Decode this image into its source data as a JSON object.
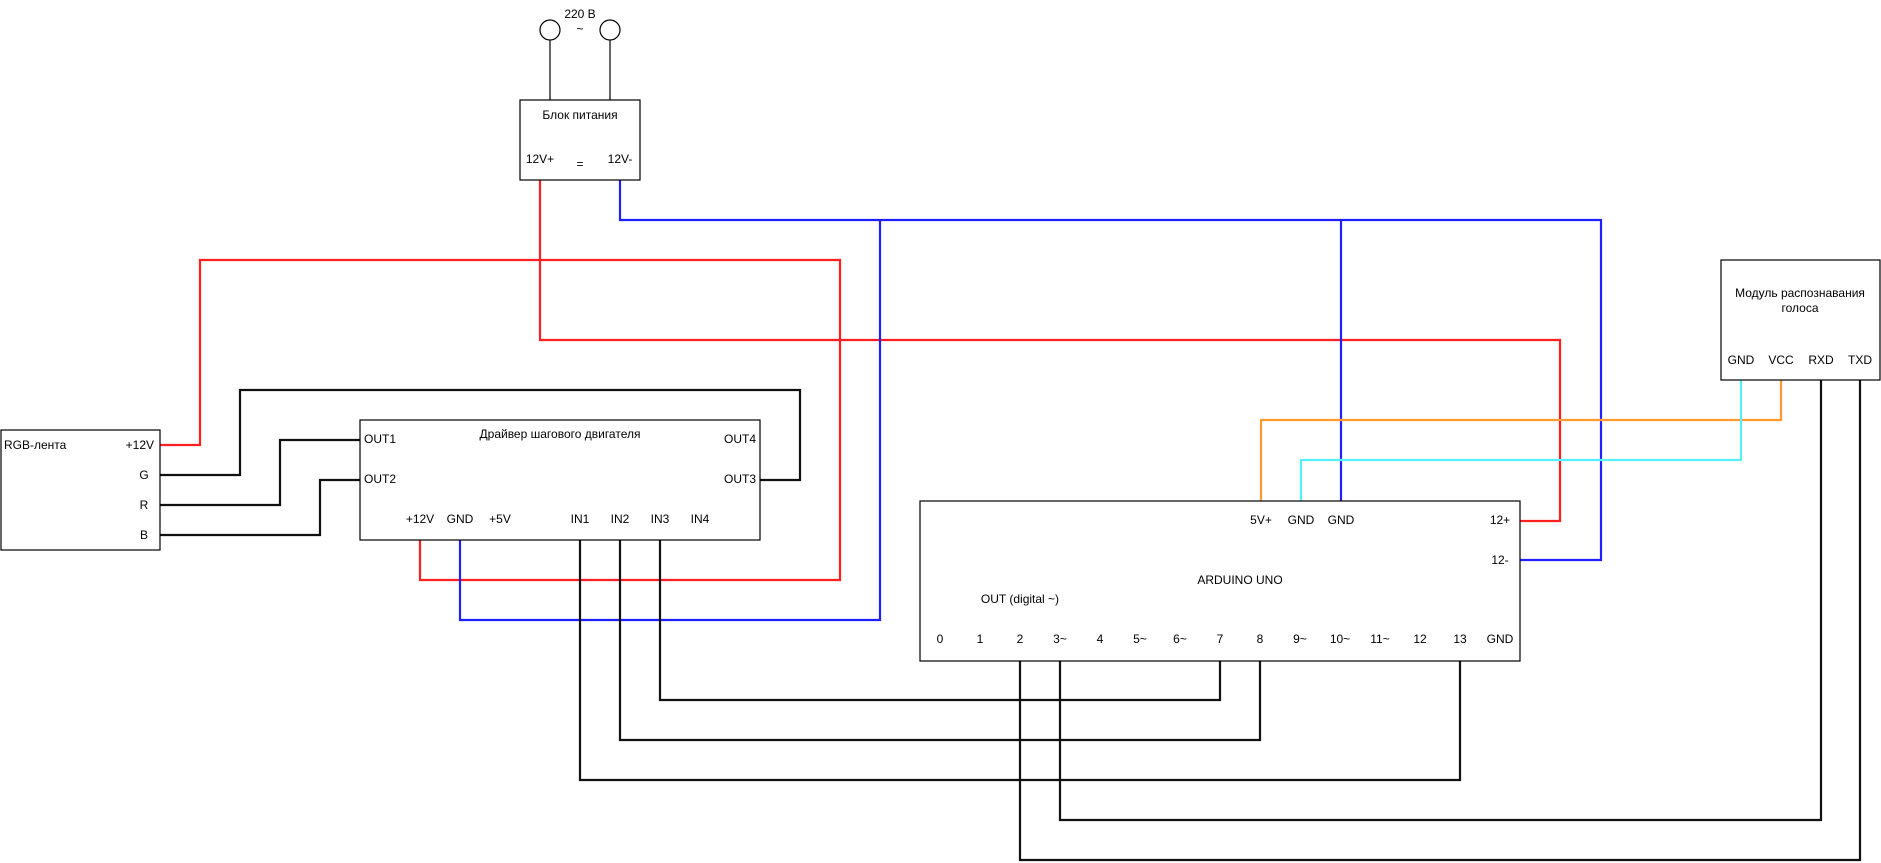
{
  "colors": {
    "red": "#ff2020",
    "blue": "#2020ff",
    "black": "#111111",
    "orange": "#ff9a33",
    "cyan": "#55efff"
  },
  "mains": {
    "voltage": "220 В",
    "ac_symbol": "~"
  },
  "power_supply": {
    "title": "Блок питания",
    "plus": "12V+",
    "dc_symbol": "=",
    "minus": "12V-"
  },
  "rgb_strip": {
    "title": "RGB-лента",
    "pins": [
      "+12V",
      "G",
      "R",
      "B"
    ]
  },
  "driver": {
    "title": "Драйвер шагового двигателя",
    "out1": "OUT1",
    "out2": "OUT2",
    "out4": "OUT4",
    "out3": "OUT3",
    "pins": [
      "+12V",
      "GND",
      "+5V",
      "IN1",
      "IN2",
      "IN3",
      "IN4"
    ]
  },
  "arduino": {
    "title": "ARDUINO UNO",
    "out_label": "OUT (digital ~)",
    "top_pins": [
      "5V+",
      "GND",
      "GND"
    ],
    "p12plus": "12+",
    "p12minus": "12-",
    "digital_pins": [
      "0",
      "1",
      "2",
      "3~",
      "4",
      "5~",
      "6~",
      "7",
      "8",
      "9~",
      "10~",
      "11~",
      "12",
      "13",
      "GND"
    ]
  },
  "voice_module": {
    "title_line1": "Модуль распознавания",
    "title_line2": "голоса",
    "pins": [
      "GND",
      "VCC",
      "RXD",
      "TXD"
    ]
  }
}
